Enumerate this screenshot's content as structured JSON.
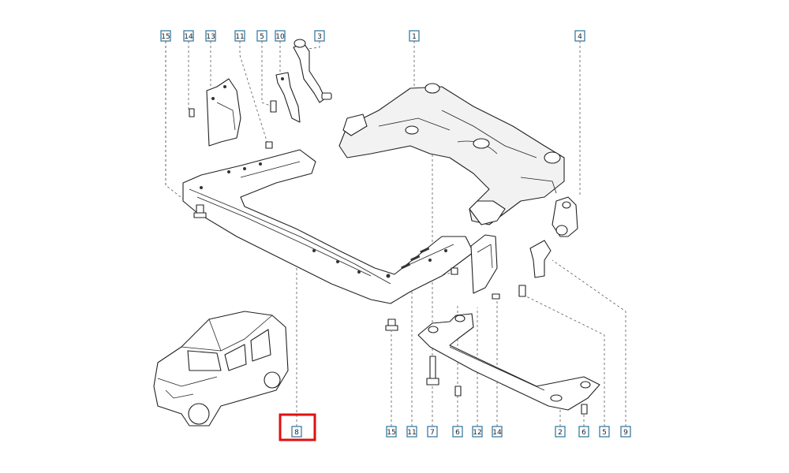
{
  "diagram": {
    "callouts": [
      {
        "id": "c15-top",
        "label": "15"
      },
      {
        "id": "c14-top",
        "label": "14"
      },
      {
        "id": "c13-top",
        "label": "13"
      },
      {
        "id": "c11-top",
        "label": "11"
      },
      {
        "id": "c5-top",
        "label": "5"
      },
      {
        "id": "c10-top",
        "label": "10"
      },
      {
        "id": "c3-top",
        "label": "3"
      },
      {
        "id": "c1-top",
        "label": "1"
      },
      {
        "id": "c4-top",
        "label": "4"
      },
      {
        "id": "c8-bottom",
        "label": "8"
      },
      {
        "id": "c15-bottom",
        "label": "15"
      },
      {
        "id": "c11-bottom",
        "label": "11"
      },
      {
        "id": "c7-bottom",
        "label": "7"
      },
      {
        "id": "c6-bottom",
        "label": "6"
      },
      {
        "id": "c12-bottom",
        "label": "12"
      },
      {
        "id": "c14-bottom",
        "label": "14"
      },
      {
        "id": "c2-bottom",
        "label": "2"
      },
      {
        "id": "c6b-bottom",
        "label": "6"
      },
      {
        "id": "c5-bottom",
        "label": "5"
      },
      {
        "id": "c9-bottom",
        "label": "9"
      }
    ],
    "highlight": {
      "callout": "c8-bottom",
      "color": "#e01010"
    },
    "colors": {
      "callout_border": "#3a7ca5",
      "line": "#222222"
    }
  }
}
